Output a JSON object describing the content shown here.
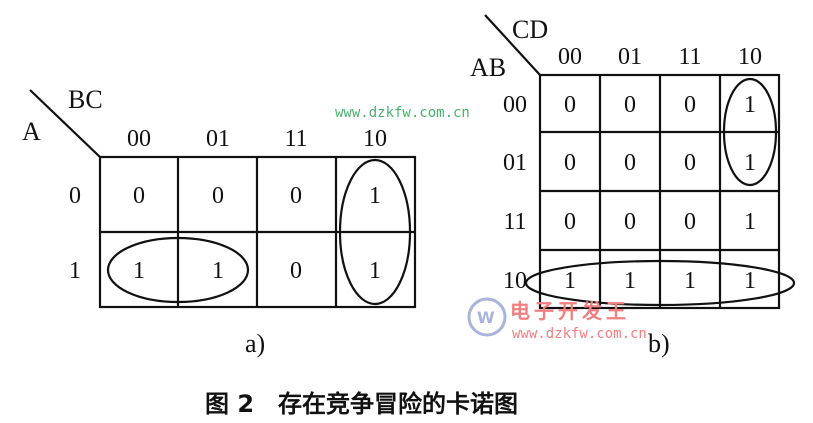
{
  "map_a": {
    "row_var": "A",
    "col_var": "BC",
    "col_headers": [
      "00",
      "01",
      "11",
      "10"
    ],
    "row_headers": [
      "0",
      "1"
    ],
    "cells": [
      [
        "0",
        "0",
        "0",
        "1"
      ],
      [
        "1",
        "1",
        "0",
        "1"
      ]
    ],
    "label": "a)"
  },
  "map_b": {
    "row_var": "AB",
    "col_var": "CD",
    "col_headers": [
      "00",
      "01",
      "11",
      "10"
    ],
    "row_headers": [
      "00",
      "01",
      "11",
      "10"
    ],
    "cells": [
      [
        "0",
        "0",
        "0",
        "1"
      ],
      [
        "0",
        "0",
        "0",
        "1"
      ],
      [
        "0",
        "0",
        "0",
        "1"
      ],
      [
        "1",
        "1",
        "1",
        "1"
      ]
    ],
    "label": "b)"
  },
  "caption": "图 2　存在竞争冒险的卡诺图",
  "watermark": {
    "url": "www.dzkfw.com.cn",
    "brand": "电子开发王",
    "url_color": "#4caf6e",
    "brand_color": "#f08080"
  }
}
